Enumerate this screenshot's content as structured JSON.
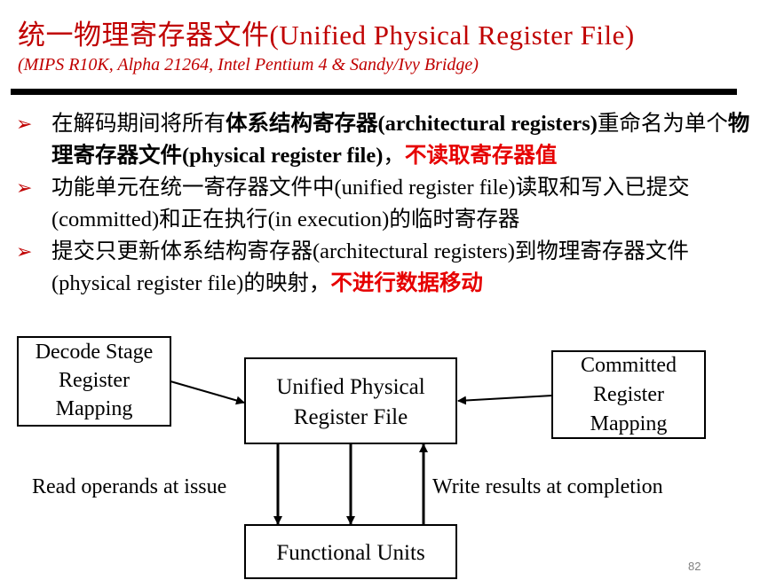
{
  "slide": {
    "title": "统一物理寄存器文件(Unified Physical Register File)",
    "subtitle": "(MIPS R10K, Alpha 21264, Intel Pentium 4 & Sandy/Ivy Bridge)",
    "page_number": "82"
  },
  "bullets": [
    {
      "marker": "➢",
      "parts": [
        {
          "text": "在解码期间将所有",
          "style": "normal"
        },
        {
          "text": "体系结构寄存器(architectural registers)",
          "style": "bold"
        },
        {
          "text": "重命名为单个",
          "style": "normal"
        },
        {
          "text": "物理寄存器文件(physical register file)",
          "style": "bold"
        },
        {
          "text": "，",
          "style": "normal"
        },
        {
          "text": "不读取寄存器值",
          "style": "red"
        }
      ]
    },
    {
      "marker": "➢",
      "parts": [
        {
          "text": "功能单元在统一寄存器文件中(unified register file)读取和写入已提交(committed)和正在执行(in execution)的临时寄存器",
          "style": "normal"
        }
      ]
    },
    {
      "marker": "➢",
      "parts": [
        {
          "text": "提交只更新体系结构寄存器(architectural registers)到物理寄存器文件(physical register file)的映射，",
          "style": "normal"
        },
        {
          "text": "不进行数据移动",
          "style": "red"
        }
      ]
    }
  ],
  "diagram": {
    "decode_box": [
      "Decode Stage",
      "Register",
      "Mapping"
    ],
    "unified_box": [
      "Unified Physical",
      "Register File"
    ],
    "committed_box": [
      "Committed",
      "Register",
      "Mapping"
    ],
    "functional_box": "Functional Units",
    "read_label": "Read operands at issue",
    "write_label": "Write results at completion"
  }
}
